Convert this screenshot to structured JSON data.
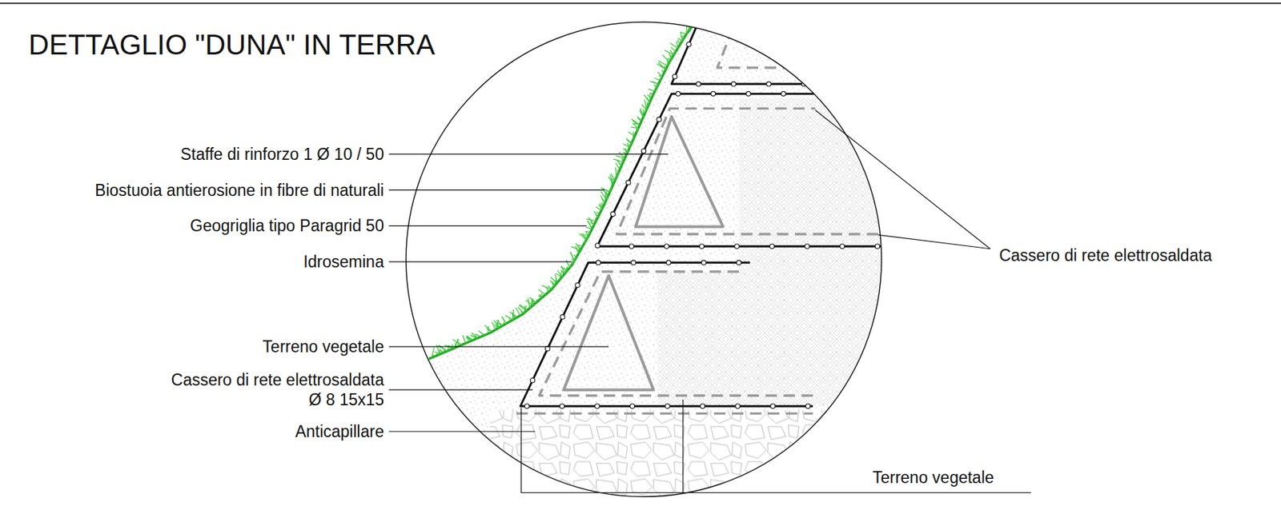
{
  "diagram": {
    "title": "DETTAGLIO \"DUNA\" IN TERRA",
    "labels": [
      "Staffe di rinforzo 1 Ø 10 / 50",
      "Biostuoia antierosione in fibre di naturali",
      "Geogriglia tipo Paragrid 50",
      "Idrosemina",
      "Terreno vegetale",
      "Cassero di rete elettrosaldata Ø 8 15x15",
      "Anticapillare",
      "Cassero di rete elettrosaldata",
      "Terreno vegetale"
    ]
  }
}
